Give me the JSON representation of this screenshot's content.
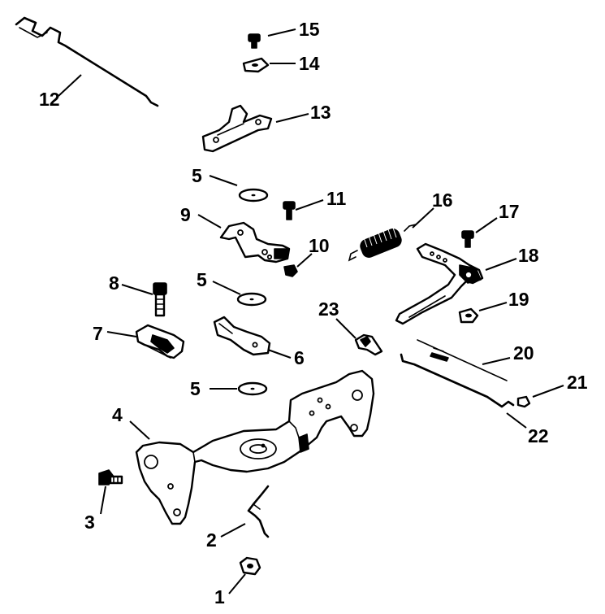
{
  "callouts": [
    {
      "id": "1",
      "label": "1"
    },
    {
      "id": "2",
      "label": "2"
    },
    {
      "id": "3",
      "label": "3"
    },
    {
      "id": "4",
      "label": "4"
    },
    {
      "id": "5a",
      "label": "5"
    },
    {
      "id": "5b",
      "label": "5"
    },
    {
      "id": "5c",
      "label": "5"
    },
    {
      "id": "6",
      "label": "6"
    },
    {
      "id": "7",
      "label": "7"
    },
    {
      "id": "8",
      "label": "8"
    },
    {
      "id": "9",
      "label": "9"
    },
    {
      "id": "10",
      "label": "10"
    },
    {
      "id": "11",
      "label": "11"
    },
    {
      "id": "12",
      "label": "12"
    },
    {
      "id": "13",
      "label": "13"
    },
    {
      "id": "14",
      "label": "14"
    },
    {
      "id": "15",
      "label": "15"
    },
    {
      "id": "16",
      "label": "16"
    },
    {
      "id": "17",
      "label": "17"
    },
    {
      "id": "18",
      "label": "18"
    },
    {
      "id": "19",
      "label": "19"
    },
    {
      "id": "20",
      "label": "20"
    },
    {
      "id": "21",
      "label": "21"
    },
    {
      "id": "22",
      "label": "22"
    },
    {
      "id": "23",
      "label": "23"
    }
  ]
}
